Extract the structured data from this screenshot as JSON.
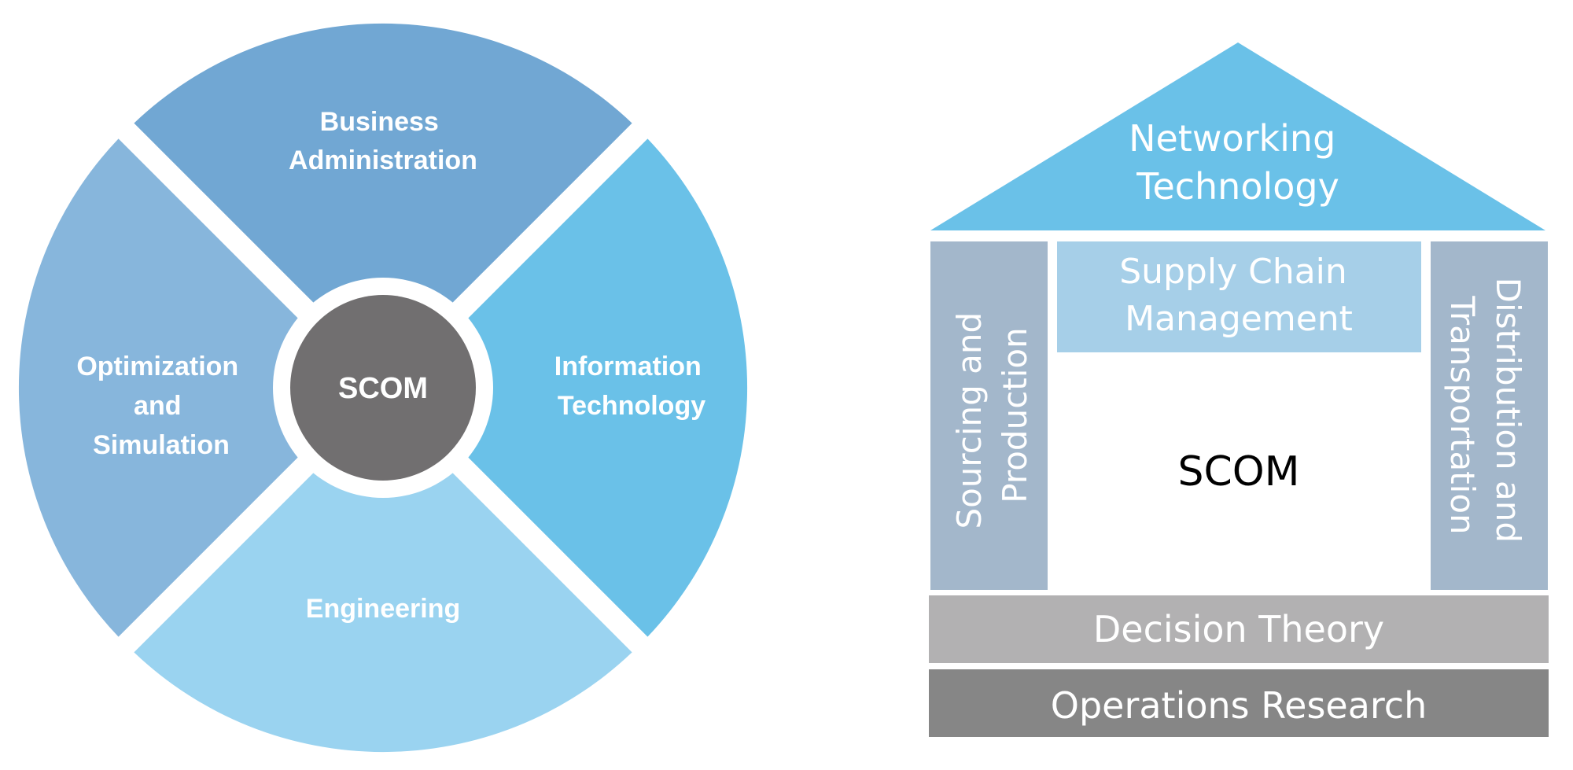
{
  "wheel": {
    "center_label": "SCOM",
    "segments": {
      "top": [
        "Business",
        "Administration"
      ],
      "right": [
        "Information",
        "Technology"
      ],
      "bottom": [
        "Engineering"
      ],
      "left": [
        "Optimization",
        "and",
        "Simulation"
      ]
    }
  },
  "house": {
    "roof": [
      "Networking",
      "Technology"
    ],
    "lintel": [
      "Supply Chain",
      "Management"
    ],
    "left_pillar": [
      "Sourcing and",
      "Production"
    ],
    "right_pillar": [
      "Distribution and",
      "Transportation"
    ],
    "core": "SCOM",
    "base_upper": "Decision Theory",
    "base_lower": "Operations Research"
  },
  "colors": {
    "segment_top": "#71a7d3",
    "segment_right": "#6ac1e8",
    "segment_bottom": "#9ad3f0",
    "segment_left": "#87b6dc",
    "center": "#716f70",
    "roof": "#6ac1e8",
    "lintel": "#a6cfe8",
    "pillars": "#a3b7cb",
    "base_upper": "#b2b1b2",
    "base_lower": "#868686"
  }
}
